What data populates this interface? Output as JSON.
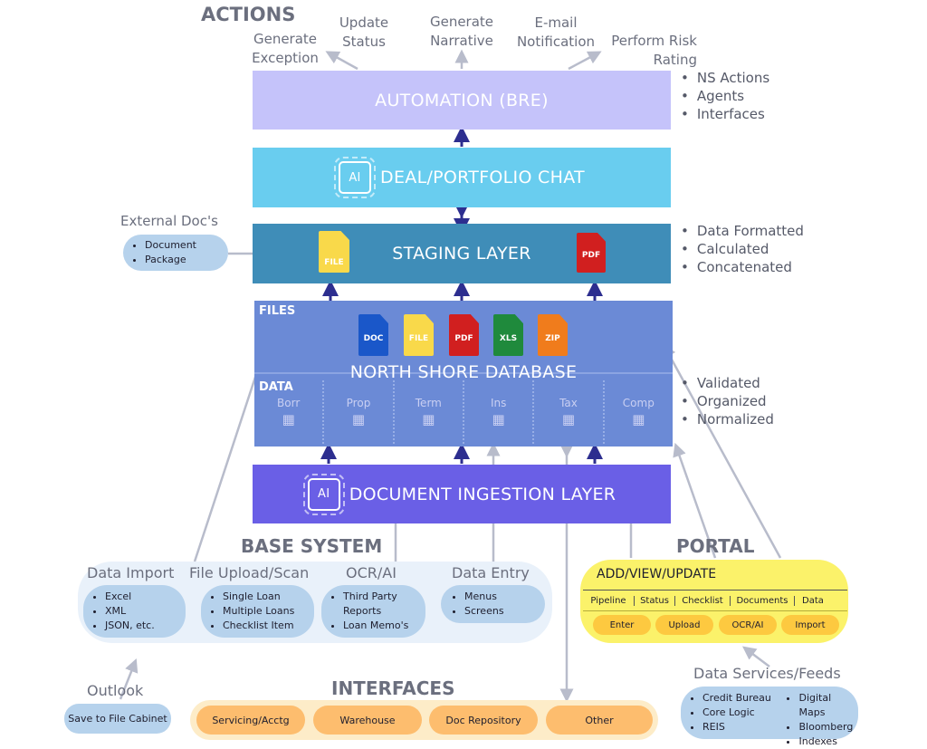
{
  "actions": {
    "title": "ACTIONS",
    "items": [
      {
        "label": "Generate Exception"
      },
      {
        "label": "Update Status"
      },
      {
        "label": "Generate Narrative"
      },
      {
        "label": "E-mail Notification"
      },
      {
        "label": "Perform Risk Rating"
      }
    ]
  },
  "automation": {
    "label": "AUTOMATION (BRE)",
    "bullets": [
      "NS Actions",
      "Agents",
      "Interfaces"
    ]
  },
  "chat": {
    "label": "DEAL/PORTFOLIO CHAT",
    "ai_badge": "AI"
  },
  "external_docs": {
    "title": "External Doc's",
    "items": [
      "Document",
      "Package"
    ]
  },
  "staging": {
    "label": "STAGING LAYER",
    "file_tags": [
      "FILE",
      "PDF"
    ],
    "bullets": [
      "Data Formatted",
      "Calculated",
      "Concatenated"
    ]
  },
  "database": {
    "label": "NORTH SHORE DATABASE",
    "files_label": "FILES",
    "data_label": "DATA",
    "file_types": [
      "DOC",
      "FILE",
      "PDF",
      "XLS",
      "ZIP"
    ],
    "tables": [
      "Borr",
      "Prop",
      "Term",
      "Ins",
      "Tax",
      "Comp"
    ],
    "bullets": [
      "Validated",
      "Organized",
      "Normalized"
    ]
  },
  "ingestion": {
    "label": "DOCUMENT INGESTION LAYER",
    "ai_badge": "AI"
  },
  "base_system": {
    "title": "BASE SYSTEM",
    "groups": [
      {
        "title": "Data Import",
        "items": [
          "Excel",
          "XML",
          "JSON, etc."
        ]
      },
      {
        "title": "File Upload/Scan",
        "items": [
          "Single Loan",
          "Multiple Loans",
          "Checklist Item"
        ]
      },
      {
        "title": "OCR/AI",
        "items": [
          "Third Party Reports",
          "Loan Memo's"
        ]
      },
      {
        "title": "Data Entry",
        "items": [
          "Menus",
          "Screens"
        ]
      }
    ]
  },
  "portal": {
    "title": "PORTAL",
    "heading": "ADD/VIEW/UPDATE",
    "tabs": [
      "Pipeline",
      "Status",
      "Checklist",
      "Documents",
      "Data"
    ],
    "buttons": [
      "Enter",
      "Upload",
      "OCR/AI",
      "Import"
    ]
  },
  "outlook": {
    "title": "Outlook",
    "button": "Save to File Cabinet"
  },
  "interfaces": {
    "title": "INTERFACES",
    "items": [
      "Servicing/Acctg",
      "Warehouse",
      "Doc Repository",
      "Other"
    ]
  },
  "data_services": {
    "title": "Data Services/Feeds",
    "col1": [
      "Credit Bureau",
      "Core Logic",
      "REIS"
    ],
    "col2": [
      "Digital Maps",
      "Bloomberg",
      "Indexes"
    ]
  },
  "colors": {
    "automation": "#c5c3fa",
    "chat": "#69cdef",
    "staging": "#3f8db8",
    "database": "#6b8ad6",
    "ingestion": "#6a5fe6",
    "portal": "#fbf26a",
    "interfaces": "#fdd59a",
    "pill_blue": "#b6d2ec",
    "arrow_dark": "#2d2e8f",
    "arrow_light": "#b8bccb"
  }
}
